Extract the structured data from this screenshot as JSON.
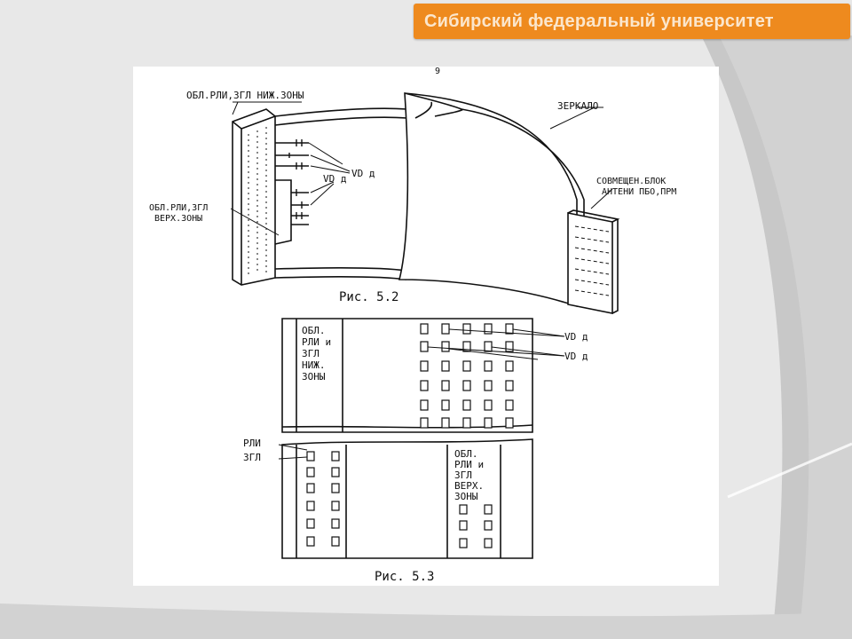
{
  "header": {
    "title": "Сибирский федеральный университет"
  },
  "colors": {
    "banner": "#ee8a1e",
    "banner_text": "#fbe6cc",
    "background": "#e9e9e9"
  },
  "scan": {
    "page_number": "9",
    "fig52": {
      "label_top_block": "ОБЛ.РЛИ,ЗГЛ НИЖ.ЗОНЫ",
      "label_mirror": "ЗЕРКАЛО",
      "label_combined_line1": "СОВМЕЩЕН.БЛОК",
      "label_combined_line2": "АНТЕНИ ПБО,ПРМ",
      "label_vd": "VD д",
      "label_vd2": "VD д",
      "label_mid_line1": "ОБЛ.РЛИ,ЗГЛ",
      "label_mid_line2": "ВЕРХ.ЗОНЫ",
      "caption": "Рис. 5.2"
    },
    "fig53": {
      "upper_block": [
        "ОБЛ.",
        "РЛИ и",
        "ЗГЛ",
        "НИЖ.",
        "ЗОНЫ"
      ],
      "vd_label_1": "VD д",
      "vd_label_2": "VD д",
      "left_label_1": "РЛИ",
      "left_label_2": "ЗГЛ",
      "lower_block": [
        "ОБЛ.",
        "РЛИ и",
        "ЗГЛ",
        "ВЕРХ.",
        "ЗОНЫ"
      ],
      "caption": "Рис. 5.3"
    }
  }
}
